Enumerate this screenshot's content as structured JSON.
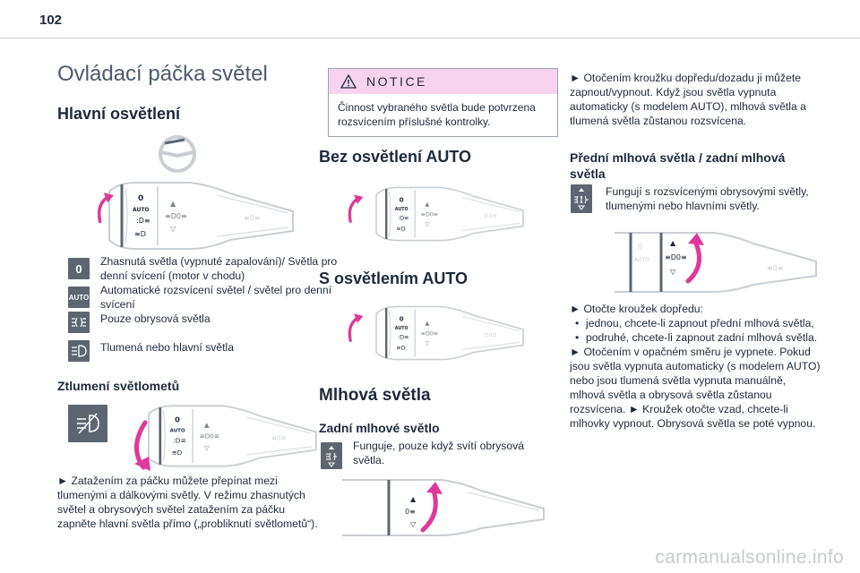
{
  "page": {
    "number": "102",
    "watermark": "carmanualsonline.info"
  },
  "col1": {
    "title": "Ovládací páčka světel",
    "section1": "Hlavní osvětlení",
    "modes": [
      {
        "icon": "off-position-icon",
        "glyph": "0",
        "text": "Zhasnutá světla (vypnuté zapalování)/ Světla pro denní svícení (motor v chodu)"
      },
      {
        "icon": "auto-position-icon",
        "glyph": "AUTO",
        "text": "Automatické rozsvícení světel / světel pro denní svícení"
      },
      {
        "icon": "side-lights-icon",
        "glyph": "",
        "text": "Pouze obrysová světla"
      },
      {
        "icon": "headlights-icon",
        "glyph": "",
        "text": "Tlumená nebo hlavní světla"
      }
    ],
    "section2": "Ztlumení světlometů",
    "para": "► Zatažením za páčku můžete přepínat mezi tlumenými a dálkovými světly. V režimu zhasnutých světel a obrysových světel zatažením za páčku zapněte hlavní světla přímo („probliknutí světlometů“)."
  },
  "col2": {
    "notice_title": "NOTICE",
    "notice_text": "Činnost vybraného světla bude potvrzena rozsvícením příslušné kontrolky.",
    "h_no_auto": "Bez osvětlení AUTO",
    "h_auto": "S osvětlením AUTO",
    "h_fog": "Mlhová světla",
    "h_rear_fog": "Zadní mlhové světlo",
    "rear_fog_text": "Funguje, pouze když svítí obrysová světla."
  },
  "col3": {
    "p1": "► Otočením kroužku dopředu/dozadu ji můžete zapnout/vypnout. Když jsou světla vypnuta automaticky (s modelem AUTO), mlhová světla a tlumená světla zůstanou rozsvícena.",
    "h_front_rear": "Přední mlhová světla / zadní mlhová světla",
    "front_rear_text": "Fungují s rozsvícenými obrysovými světly, tlumenými nebo hlavními světly.",
    "p2_intro": "► Otočte kroužek dopředu:",
    "p2_items": [
      "jednou, chcete-li zapnout přední mlhová světla,",
      "podruhé, chcete-li zapnout zadní mlhová světla."
    ],
    "p3": "► Otočením v opačném směru je vypnete. Pokud jsou světla vypnuta automaticky (s modelem AUTO) nebo jsou tlumená světla vypnuta manuálně, mlhová světla a obrysová světla zůstanou rozsvícena. ► Kroužek otočte vzad, chcete-li mlhovky vypnout. Obrysová světla se poté vypnou."
  },
  "colors": {
    "accent_pink": "#f7d3ee",
    "arrow_magenta": "#e0389a",
    "icon_grey": "#5d6670",
    "stalk_grey": "#c9ced3"
  }
}
